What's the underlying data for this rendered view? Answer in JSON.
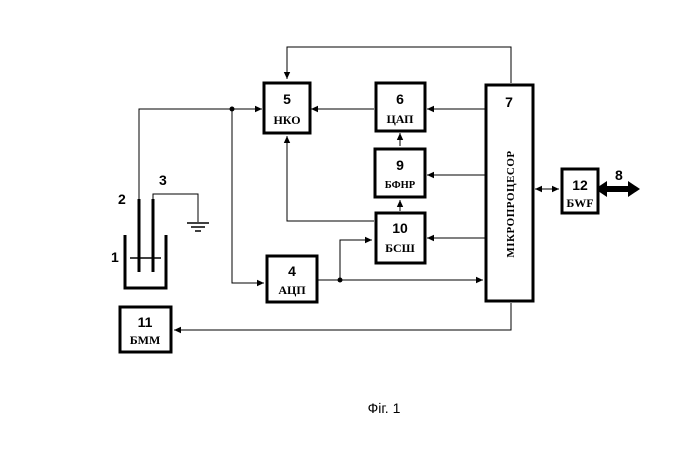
{
  "blocks": {
    "b1": {
      "num": "1"
    },
    "b2": {
      "num": "2"
    },
    "b3": {
      "num": "3"
    },
    "b4": {
      "num": "4",
      "label": "АЦП"
    },
    "b5": {
      "num": "5",
      "label": "НКО"
    },
    "b6": {
      "num": "6",
      "label": "ЦАП"
    },
    "b7": {
      "num": "7",
      "label": "МІКРОПРОЦЕСОР"
    },
    "b8": {
      "num": "8"
    },
    "b9": {
      "num": "9",
      "label": "БФНР"
    },
    "b10": {
      "num": "10",
      "label": "БСШ"
    },
    "b11": {
      "num": "11",
      "label": "БММ"
    },
    "b12": {
      "num": "12",
      "label": "БWF"
    }
  },
  "caption": "Фіг. 1",
  "colors": {
    "ink": "#000000",
    "background": "#ffffff"
  }
}
